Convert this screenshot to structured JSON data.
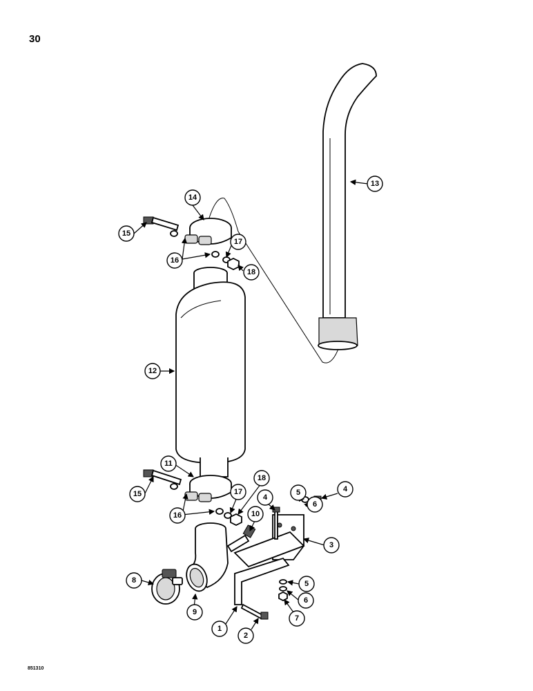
{
  "page": {
    "number": "30",
    "doc_code": "851310"
  },
  "callouts": [
    "1",
    "2",
    "3",
    "4",
    "4",
    "5",
    "5",
    "6",
    "6",
    "7",
    "8",
    "9",
    "10",
    "11",
    "12",
    "13",
    "14",
    "15",
    "15",
    "16",
    "16",
    "17",
    "17",
    "18",
    "18"
  ]
}
